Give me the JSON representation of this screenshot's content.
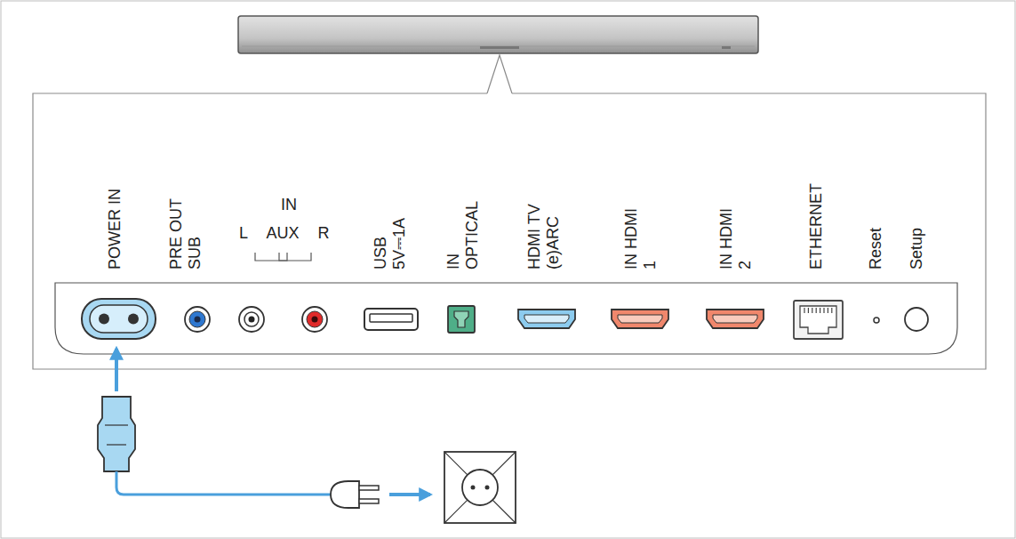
{
  "diagram": {
    "labels": [
      "POWER IN",
      "PRE OUT SUB",
      "IN",
      "L",
      "AUX",
      "R",
      "USB 5V⎓1A",
      "IN OPTICAL",
      "HDMI TV (e)ARC",
      "IN HDMI 1",
      "IN HDMI 2",
      "ETHERNET",
      "Reset",
      "Setup"
    ]
  }
}
